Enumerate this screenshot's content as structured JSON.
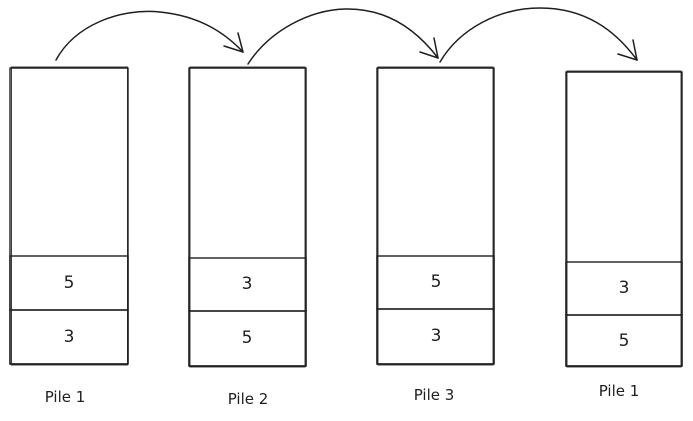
{
  "piles": [
    {
      "label": "Pile 1",
      "items_top_to_bottom": [
        "5",
        "3"
      ]
    },
    {
      "label": "Pile 2",
      "items_top_to_bottom": [
        "3",
        "5"
      ]
    },
    {
      "label": "Pile 3",
      "items_top_to_bottom": [
        "5",
        "3"
      ]
    },
    {
      "label": "Pile 1",
      "items_top_to_bottom": [
        "3",
        "5"
      ]
    }
  ],
  "arrows": [
    {
      "from": "Pile 1",
      "to": "Pile 2"
    },
    {
      "from": "Pile 2",
      "to": "Pile 3"
    },
    {
      "from": "Pile 3",
      "to": "Pile 1"
    }
  ],
  "colors": {
    "stroke": "#1e1e1e",
    "background": "#ffffff"
  }
}
